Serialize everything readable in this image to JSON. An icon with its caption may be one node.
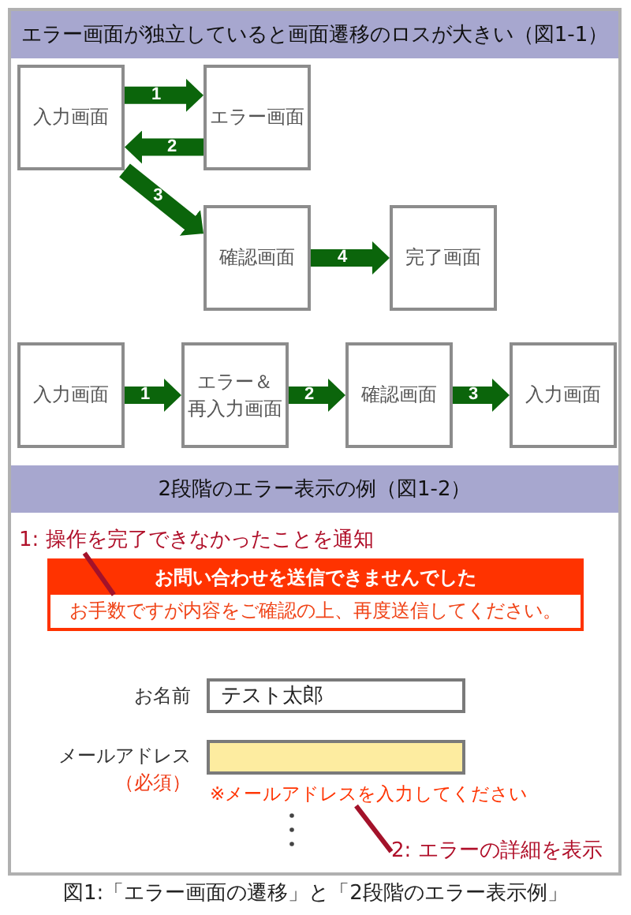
{
  "diagram": {
    "caption": "図1:「エラー画面の遷移」と「2段階のエラー表示例」",
    "nodes": [
      {
        "text": [
          "エラー画面が独立していると画面遷移のロスが大きい（図1-1）"
        ]
      },
      {
        "text": [
          "入力画面"
        ],
        "in": 0
      },
      {
        "text": [
          "エラー画面"
        ],
        "in": 0
      },
      {
        "text": [
          "確認画面"
        ],
        "in": 0
      },
      {
        "text": [
          "完了画面"
        ],
        "in": 0
      },
      {
        "text": [
          "入力画面"
        ],
        "in": 0
      },
      {
        "text": [
          "エラー＆再入力画面"
        ],
        "in": 0
      },
      {
        "text": [
          "確認画面"
        ],
        "in": 0
      },
      {
        "text": [
          "入力画面"
        ],
        "in": 0
      },
      {
        "text": [
          "2段階のエラー表示の例（図1-2）"
        ]
      },
      {
        "text": [
          "1: 操作を完了できなかったことを通知"
        ],
        "in": 9
      },
      {
        "text": [
          "お問い合わせを送信できませんでした",
          "お手数ですが内容をご確認の上、再度送信してください。"
        ],
        "in": 9
      },
      {
        "text": [
          "テスト太郎"
        ],
        "in": 9,
        "beside": [
          "お名前"
        ]
      },
      {
        "text": [],
        "shape": "box",
        "in": 9,
        "beside": [
          "メールアドレス",
          "（必須）"
        ]
      },
      {
        "text": [
          "※メールアドレスを入力してください"
        ],
        "in": 9
      },
      {
        "text": [
          "2: エラーの詳細を表示"
        ],
        "in": 9
      }
    ],
    "edges": [
      {
        "from": 1,
        "to": 2,
        "arrow": "to",
        "label": "1"
      },
      {
        "from": 2,
        "to": 1,
        "arrow": "to",
        "label": "2"
      },
      {
        "from": 1,
        "to": 3,
        "arrow": "to",
        "label": "3"
      },
      {
        "from": 3,
        "to": 4,
        "arrow": "to",
        "label": "4"
      },
      {
        "from": 5,
        "to": 6,
        "arrow": "to",
        "label": "1"
      },
      {
        "from": 6,
        "to": 7,
        "arrow": "to",
        "label": "2"
      },
      {
        "from": 7,
        "to": 8,
        "arrow": "to",
        "label": "3"
      },
      {
        "from": 10,
        "to": 11,
        "arrow": "none",
        "color": "#a3122a"
      },
      {
        "from": 15,
        "to": 14,
        "arrow": "none",
        "color": "#a3122a"
      }
    ]
  }
}
